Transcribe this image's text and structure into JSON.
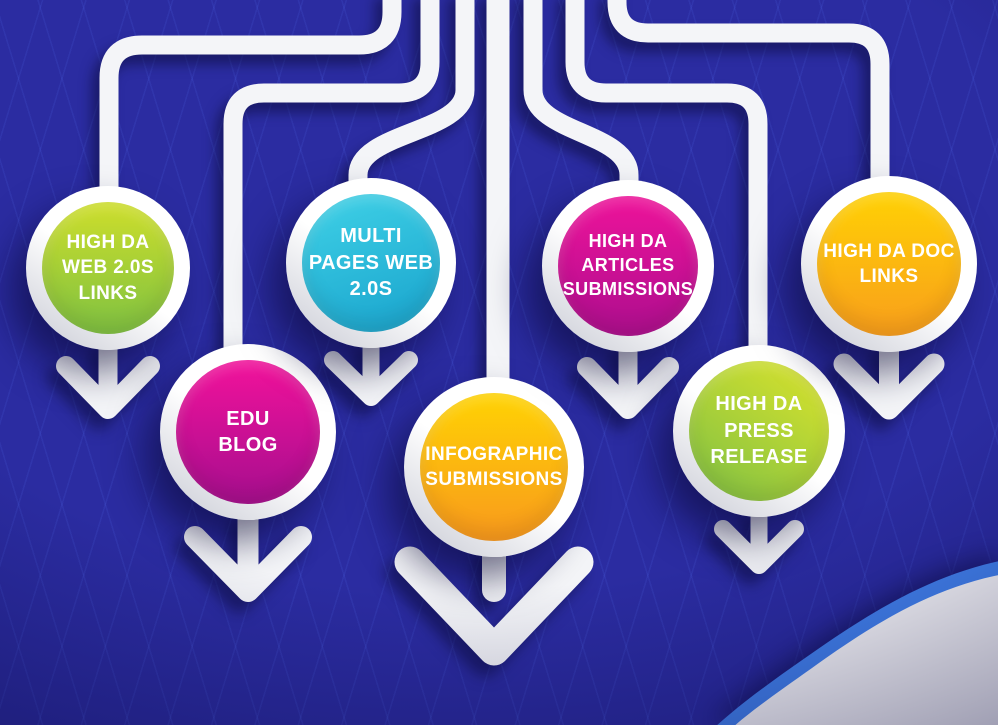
{
  "theme": {
    "background": "#2b2ca1",
    "grid_line_color": "rgba(88,120,255,0.12)",
    "pipe_color": "#f4f5f8",
    "arrow_color": "#ffffff",
    "wave_edge_color": "#4385f2",
    "wave_fill_color": "#ffffff"
  },
  "diagram": {
    "nodes": [
      {
        "id": "high-da-web-20s-links",
        "label": "HIGH DA\nWEB 2.0S\nLINKS",
        "color_top": "#cede2b",
        "color_bottom": "#7ec142"
      },
      {
        "id": "edu-blog",
        "label": "EDU\nBLOG",
        "color_top": "#f2129b",
        "color_bottom": "#a50e8e"
      },
      {
        "id": "multi-pages-web-20s",
        "label": "MULTI\nPAGES WEB\n2.0S",
        "color_top": "#40d2e7",
        "color_bottom": "#18a2cc"
      },
      {
        "id": "infographic-submissions",
        "label": "INFOGRAPHIC\nSUBMISSIONS",
        "color_top": "#ffd303",
        "color_bottom": "#f8991d"
      },
      {
        "id": "high-da-articles-submissions",
        "label": "HIGH DA\nARTICLES\nSUBMISSIONS",
        "color_top": "#ee139a",
        "color_bottom": "#ac0e8e"
      },
      {
        "id": "high-da-press-release",
        "label": "HIGH DA\nPRESS\nRELEASE",
        "color_top": "#dde42b",
        "color_bottom": "#7cbf45"
      },
      {
        "id": "high-da-doc-links",
        "label": "HIGH DA DOC\nLINKS",
        "color_top": "#ffd104",
        "color_bottom": "#f89e1c"
      }
    ]
  }
}
